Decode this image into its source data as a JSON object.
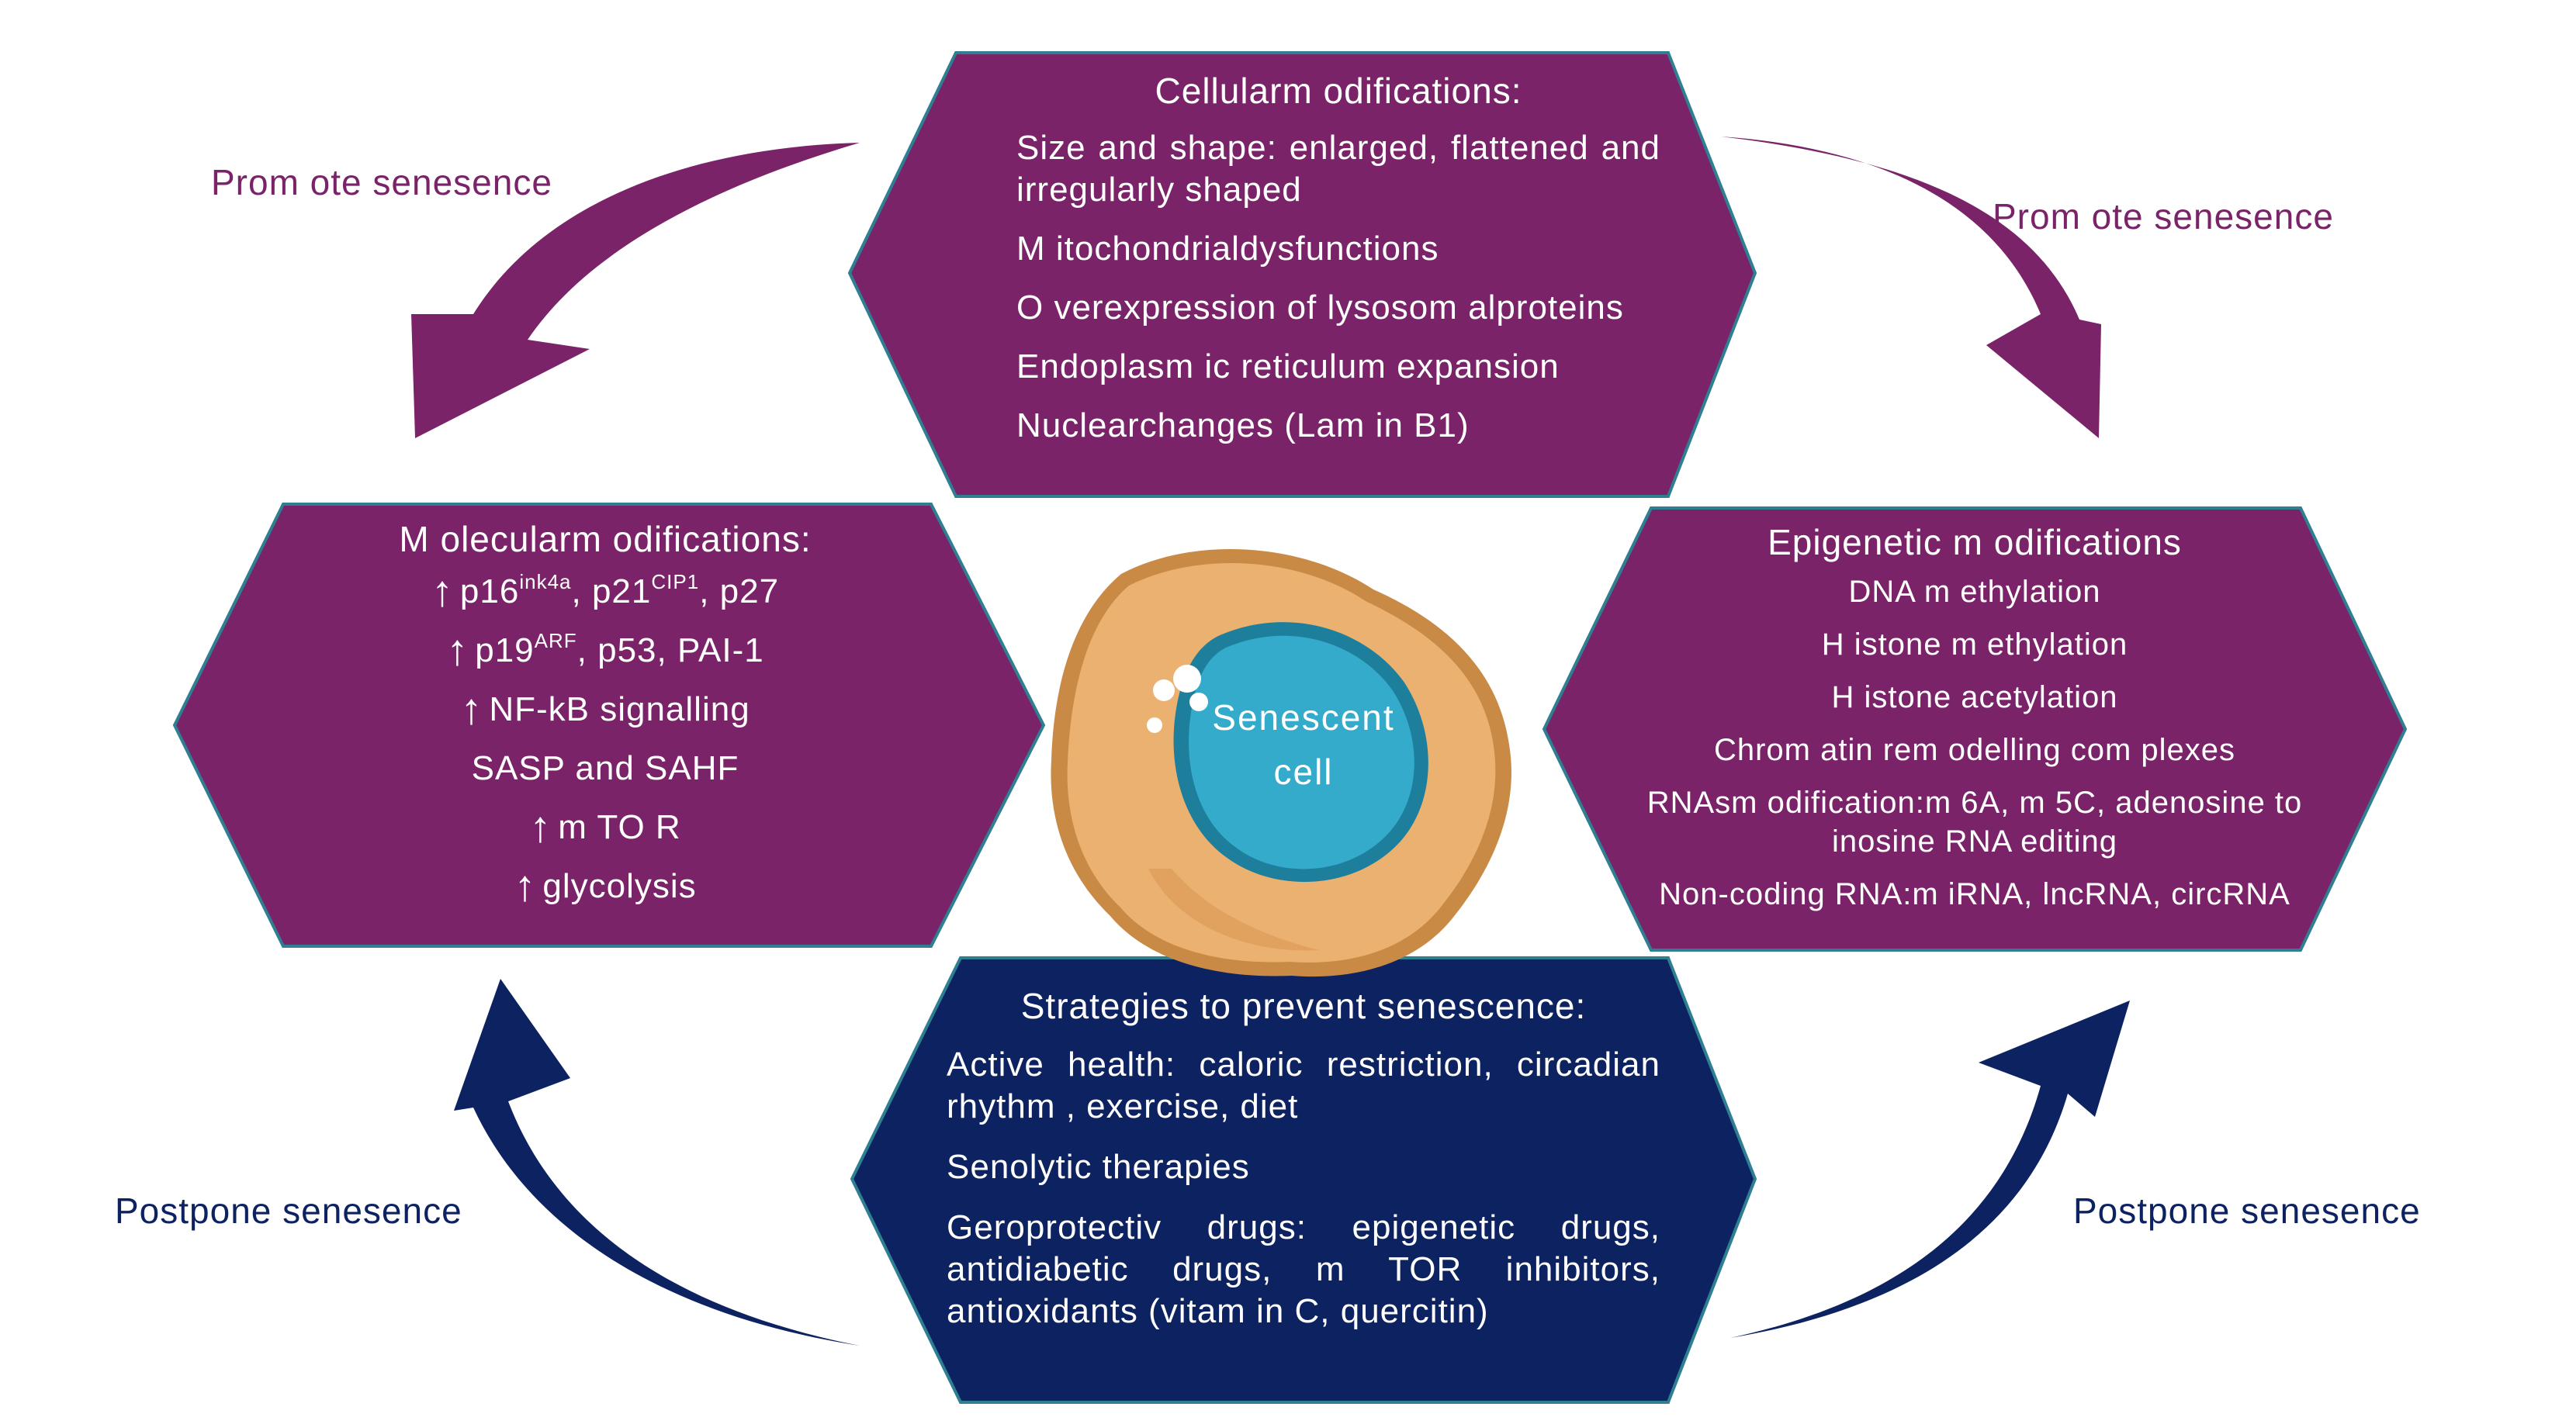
{
  "colors": {
    "purple": "#7a2369",
    "navy": "#0c2261",
    "hex_border": "#2e7f92",
    "cell_outer": "#e9ae6a",
    "cell_nucleus": "#2aa3c4"
  },
  "cellular": {
    "title": "Cellularm odifications:",
    "items": [
      "Size and shape: enlarged, flattened and irregularly shaped",
      "M itochondrialdysfunctions",
      "O verexpression of lysosom alproteins",
      "Endoplasm ic reticulum expansion",
      "Nuclearchanges (Lam in B1)"
    ]
  },
  "molecular": {
    "title": "M olecularm odifications:",
    "l1_base": "p16",
    "l1_sup1": "ink4a",
    "l1_mid": ", p21",
    "l1_sup2": "CIP1",
    "l1_end": ", p27",
    "l2_base": "p19",
    "l2_sup": "ARF",
    "l2_end": ", p53, PAI-1",
    "l3": "NF-kB signalling",
    "l4": "SASP and SAHF",
    "l5": "m TO R",
    "l6": "glycolysis"
  },
  "epigenetic": {
    "title": "Epigenetic m odifications",
    "items": [
      "DNA m ethylation",
      "H istone m ethylation",
      "H istone acetylation",
      "Chrom atin rem odelling com plexes",
      "RNAsm odification:m 6A, m 5C, adenosine to inosine RNA editing",
      "Non-coding RNA:m iRNA, lncRNA, circRNA"
    ]
  },
  "strategies": {
    "title": "Strategies to prevent senescence:",
    "items": [
      "Active health: caloric restriction, circadian rhythm , exercise, diet",
      "Senolytic therapies",
      "Geroprotectiv drugs: epigenetic drugs, antidiabetic drugs, m TOR inhibitors, antioxidants (vitam in C, quercitin)"
    ]
  },
  "center": {
    "line1": "Senescent",
    "line2": "cell"
  },
  "labels": {
    "promote_left": "Prom ote senesence",
    "promote_right": "Prom ote senesence",
    "postpone_left": "Postpone senesence",
    "postpone_right": "Postpone senesence"
  }
}
